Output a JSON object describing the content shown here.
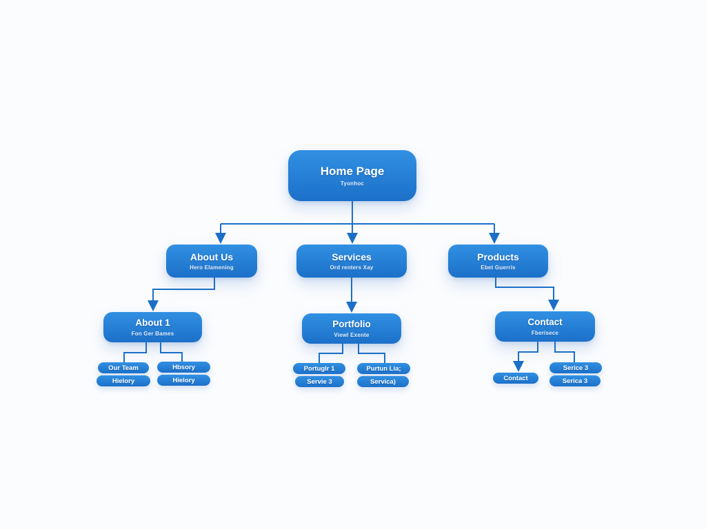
{
  "diagram": {
    "background": "#fbfcfe",
    "connector_color": "#1b6fc6",
    "node_color_top": "#3190e2",
    "node_color_bottom": "#1c70c9",
    "text_color": "#ffffff"
  },
  "nodes": {
    "home": {
      "title": "Home Page",
      "subtitle": "Tyonhoc"
    },
    "about_us": {
      "title": "About Us",
      "subtitle": "Hero Elamening"
    },
    "services": {
      "title": "Services",
      "subtitle": "Ord renters Xay"
    },
    "products": {
      "title": "Products",
      "subtitle": "Ebet Guerris"
    },
    "about_1": {
      "title": "About 1",
      "subtitle": "Fon Ger Bames"
    },
    "portfolio": {
      "title": "Portfolio",
      "subtitle": "Viewl Exente"
    },
    "contact": {
      "title": "Contact",
      "subtitle": "Fberisece"
    }
  },
  "leaves": {
    "our_team": "Our Team",
    "history_top": "Hbsory",
    "history_left": "Hielory",
    "history_right": "Hielory",
    "portfolio_1": "Portuglr 1",
    "portfolio_list": "Purtun Lia;",
    "service_a": "Servie 3",
    "service_b": "Servica)",
    "contact_leaf": "Contact",
    "service_c": "Serice 3",
    "service_d": "Serica 3"
  }
}
